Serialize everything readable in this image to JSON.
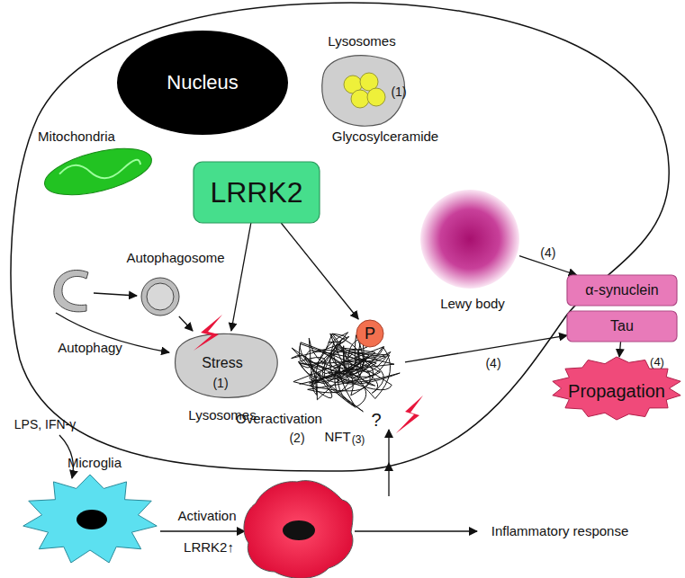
{
  "diagram": {
    "nodes": [
      {
        "text": [
          "Nucleus"
        ]
      },
      {
        "text": [
          "Lysosomes",
          "(1)"
        ]
      },
      {
        "text": [
          "Mitochondria"
        ]
      },
      {
        "text": [
          "LRRK2"
        ]
      },
      {
        "text": [
          "Autophagosome"
        ]
      },
      {
        "text": [
          "Lewy body"
        ]
      },
      {
        "text": [
          "Stress",
          "(1)",
          "Lysosomes"
        ]
      },
      {
        "text": [
          "NFT",
          "(3)"
        ]
      },
      {
        "text": [
          "P"
        ]
      },
      {
        "text": [
          "α-synuclein"
        ]
      },
      {
        "text": [
          "Tau"
        ]
      },
      {
        "text": [
          "Propagation",
          "(4)"
        ]
      },
      {
        "text": [
          "Microglia"
        ]
      }
    ],
    "edges": [
      {
        "from": 3,
        "to": 6,
        "arrow": "to"
      },
      {
        "from": 3,
        "to": 8,
        "arrow": "to"
      },
      {
        "from": 4,
        "to": 6,
        "arrow": "to"
      },
      {
        "from": 5,
        "to": 9,
        "label": "(4)",
        "arrow": "to"
      },
      {
        "from": 7,
        "to": 10,
        "label": "(4)",
        "arrow": "to"
      },
      {
        "from": 10,
        "to": 11,
        "arrow": "to"
      }
    ],
    "labels": [
      "Glycosylceramide",
      "Autophagy",
      "Overactivation",
      "?",
      "(2)",
      "LPS, IFN-γ",
      "Activation",
      "LRRK2↑",
      "Inflammatory response"
    ]
  }
}
